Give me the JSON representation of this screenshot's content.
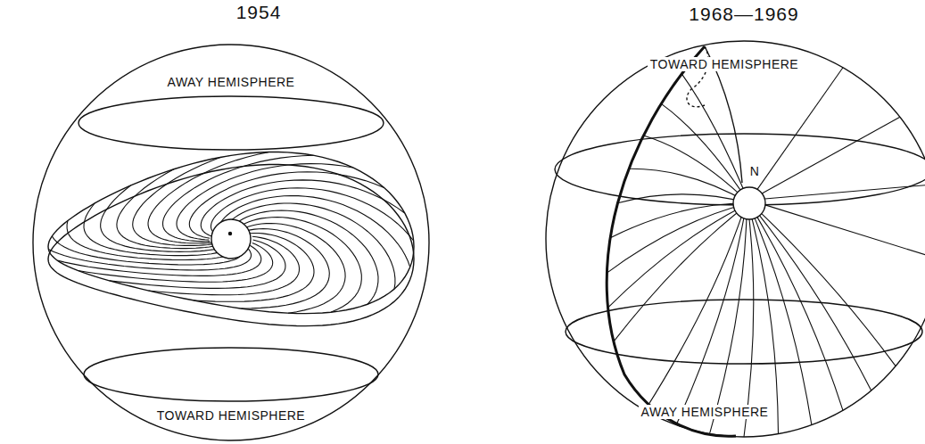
{
  "diagram": {
    "labels": [
      "1954",
      "AWAY HEMISPHERE",
      "TOWARD HEMISPHERE",
      "1968—1969",
      "TOWARD HEMISPHERE",
      "N",
      "AWAY HEMISPHERE"
    ]
  }
}
